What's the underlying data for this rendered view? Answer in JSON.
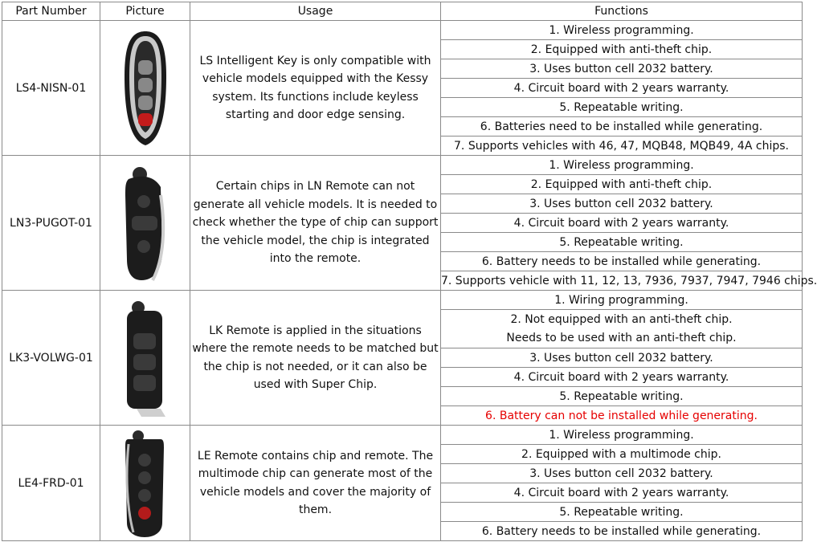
{
  "headers": {
    "part": "Part Number",
    "picture": "Picture",
    "usage": "Usage",
    "functions": "Functions"
  },
  "rows": [
    {
      "part": "LS4-NISN-01",
      "usage": "LS Intelligent Key is only compatible with vehicle models equipped with the Kessy system. Its functions include keyless starting and door edge sensing.",
      "functions": [
        "1. Wireless programming.",
        "2. Equipped with anti-theft chip.",
        "3. Uses button cell 2032 battery.",
        "4. Circuit board with 2 years warranty.",
        "5. Repeatable writing.",
        "6. Batteries need to be installed while generating.",
        "7. Supports vehicles with 46, 47, MQB48, MQB49, 4A chips."
      ]
    },
    {
      "part": "LN3-PUGOT-01",
      "usage": "Certain chips in LN Remote can not generate all vehicle models. It is needed to check whether the type of chip can support the vehicle model, the chip is integrated into the remote.",
      "functions": [
        "1.  Wireless programming.",
        "2.  Equipped with anti-theft chip.",
        "3.  Uses button cell 2032 battery.",
        "4.  Circuit board with 2 years warranty.",
        "5.  Repeatable writing.",
        "6.  Battery needs to be installed while generating.",
        "7.  Supports vehicle with 11, 12, 13, 7936, 7937, 7947, 7946 chips."
      ]
    },
    {
      "part": "LK3-VOLWG-01",
      "usage": "LK Remote is applied in the situations where the remote needs to be matched but the chip is not needed, or it can also be used with Super Chip.",
      "functions": [
        "1.  Wiring programming.",
        "2.  Not equipped with an anti-theft chip.",
        "Needs to be used with an anti-theft chip.",
        "3.  Uses button cell 2032 battery.",
        "4.  Circuit board with 2 years warranty.",
        "5.  Repeatable writing.",
        "6.  Battery can not be installed while generating."
      ],
      "highlight_color": "#e60000"
    },
    {
      "part": "LE4-FRD-01",
      "usage": "LE Remote contains chip and remote. The multimode chip can generate most of the vehicle models and cover the majority of them.",
      "functions": [
        "1.  Wireless programming.",
        "2.  Equipped with a multimode chip.",
        "3.  Uses button cell 2032 battery.",
        "4.  Circuit board with 2 years warranty.",
        "5.  Repeatable writing.",
        "6.  Battery needs to be installed while generating."
      ]
    }
  ]
}
